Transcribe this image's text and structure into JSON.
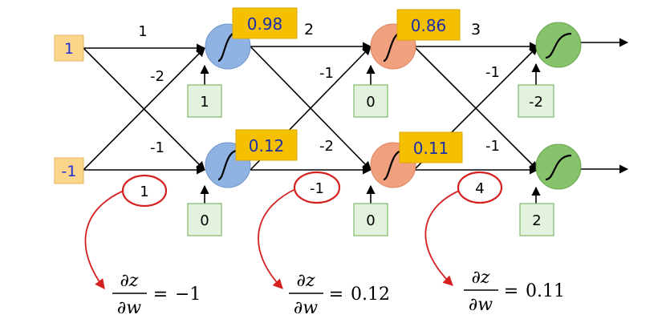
{
  "inputs": [
    "1",
    "-1"
  ],
  "layers": [
    {
      "number": "1",
      "weights": {
        "top_to_top": "1",
        "bottom_to_top": "-2",
        "top_to_bottom": "-1",
        "bottom_to_bottom": "1"
      },
      "biases": [
        "1",
        "0"
      ],
      "outputs": [
        "0.98",
        "0.12"
      ]
    },
    {
      "number": "2",
      "weights": {
        "top_to_top": "2",
        "bottom_to_top": "-1",
        "top_to_bottom": "-2",
        "bottom_to_bottom": "-1"
      },
      "biases": [
        "0",
        "0"
      ],
      "outputs": [
        "0.86",
        "0.11"
      ]
    },
    {
      "number": "3",
      "weights": {
        "top_to_top": "",
        "bottom_to_top": "-1",
        "top_to_bottom": "-1",
        "bottom_to_bottom": "4"
      },
      "biases": [
        "-2",
        "2"
      ],
      "outputs": [
        "",
        ""
      ]
    }
  ],
  "derivatives": [
    {
      "numerator": "∂z",
      "denominator": "∂w",
      "equals": "=",
      "value": "−1"
    },
    {
      "numerator": "∂z",
      "denominator": "∂w",
      "equals": "=",
      "value": "0.12"
    },
    {
      "numerator": "∂z",
      "denominator": "∂w",
      "equals": "=",
      "value": "0.11"
    }
  ],
  "colors": {
    "input_box": "#fbd58a",
    "input_text": "#1f2fd6",
    "output_box": "#f5c000",
    "output_text": "#1a2ea8",
    "bias_fill": "#e3f2dd",
    "bias_stroke": "#7dbb6b",
    "neuron_l1": "#8fb3e3",
    "neuron_l2": "#f2a17e",
    "neuron_l3": "#86c26c",
    "highlight": "#d62020"
  }
}
